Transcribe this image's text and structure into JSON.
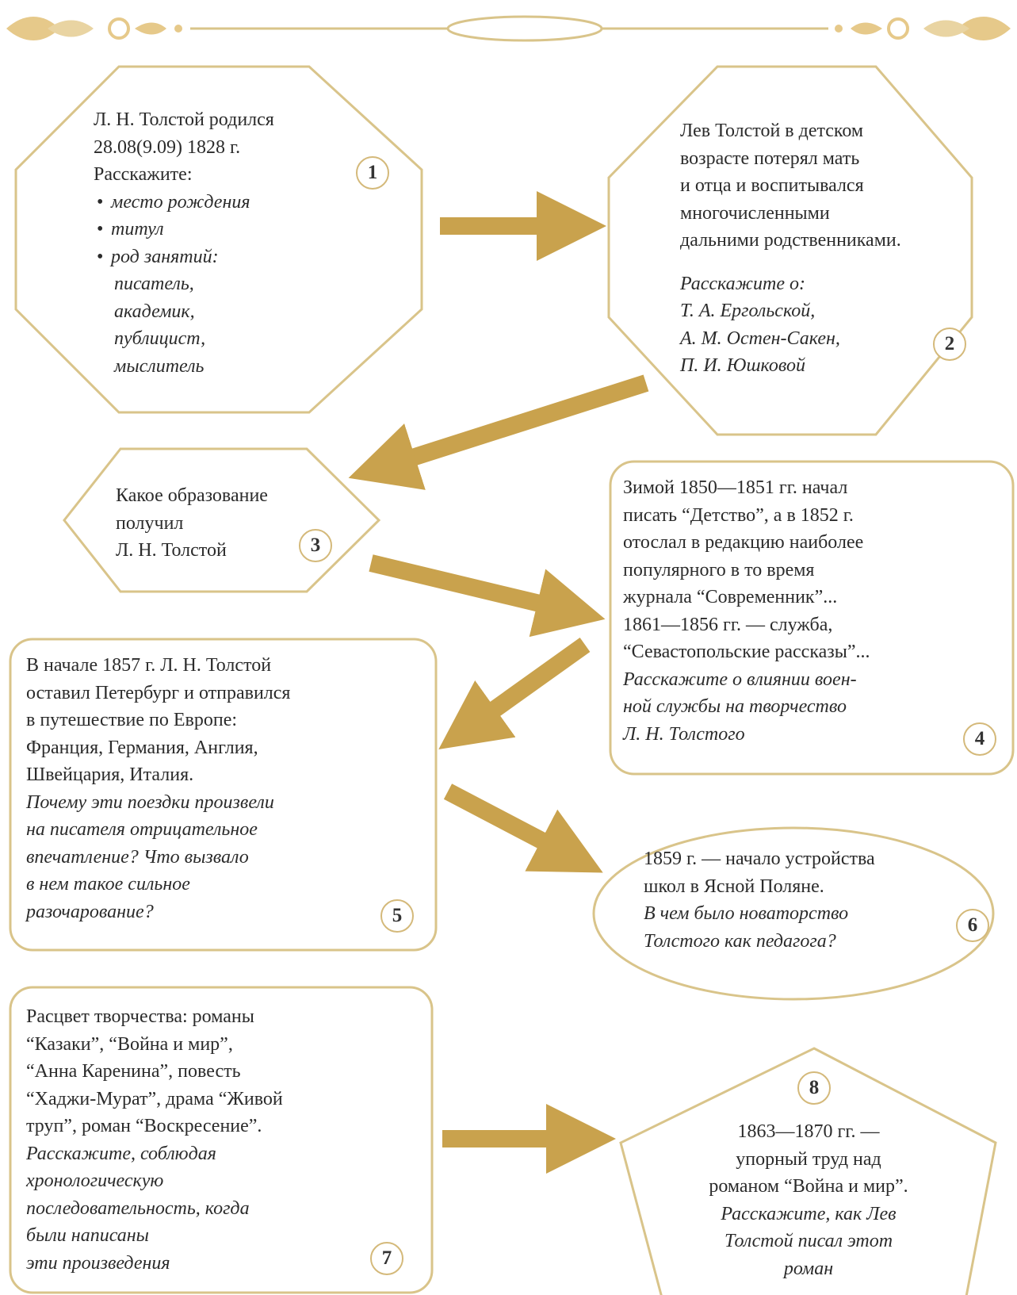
{
  "palette": {
    "gold": "#c9a24d",
    "frame": "#d9c48a",
    "badge_border": "#d4b97a",
    "text": "#2b2b2b"
  },
  "nodes": {
    "n1": {
      "badge": "1",
      "lines": [
        "Л. Н. Толстой родился",
        "28.08(9.09) 1828 г.",
        "Расскажите:"
      ],
      "bullets": [
        [
          "место рождения"
        ],
        [
          "титул"
        ],
        [
          "род занятий:",
          "писатель,",
          "академик,",
          "публицист,",
          "мыслитель"
        ]
      ]
    },
    "n2": {
      "badge": "2",
      "lines": [
        "Лев Толстой в детском",
        "возрасте потерял мать",
        "и отца и воспитывался",
        "многочисленными",
        "дальними родственниками."
      ],
      "italic_lines": [
        "Расскажите о:",
        "Т. А. Ергольской,",
        "А. М. Остен-Сакен,",
        "П. И. Юшковой"
      ]
    },
    "n3": {
      "badge": "3",
      "lines": [
        "Какое образование",
        "получил",
        "Л. Н. Толстой"
      ]
    },
    "n4": {
      "badge": "4",
      "lines": [
        "Зимой 1850—1851 гг. начал",
        "писать “Детство”, а в 1852 г.",
        "отослал в редакцию наиболее",
        "популярного в то время",
        "журнала “Современник”...",
        "1861—1856 гг. — служба,",
        "“Севастопольские рассказы”..."
      ],
      "italic_lines": [
        "Расскажите о влиянии воен-",
        "ной службы на творчество",
        "Л. Н. Толстого"
      ]
    },
    "n5": {
      "badge": "5",
      "lines": [
        "В начале 1857 г. Л. Н. Толстой",
        "оставил Петербург и отправился",
        "в путешествие по Европе:",
        "Франция, Германия, Англия,",
        "Швейцария, Италия."
      ],
      "italic_lines": [
        "Почему эти поездки произвели",
        "на писателя отрицательное",
        "впечатление? Что вызвало",
        "в нем такое сильное",
        "разочарование?"
      ]
    },
    "n6": {
      "badge": "6",
      "lines": [
        "1859 г. — начало устройства",
        "школ в Ясной Поляне."
      ],
      "italic_lines": [
        "В чем было новаторство",
        "Толстого как педагога?"
      ]
    },
    "n7": {
      "badge": "7",
      "lines": [
        "Расцвет творчества: романы",
        "“Казаки”, “Война и мир”,",
        "“Анна Каренина”, повесть",
        "“Хаджи-Мурат”, драма “Живой",
        "труп”, роман “Воскресение”."
      ],
      "italic_lines": [
        "Расскажите, соблюдая",
        "хронологическую",
        "последовательность, когда",
        "были написаны",
        "эти произведения"
      ]
    },
    "n8": {
      "badge": "8",
      "lines": [
        "1863—1870 гг. —",
        "упорный труд над",
        "романом “Война и мир”."
      ],
      "italic_lines": [
        "Расскажите, как Лев",
        "Толстой писал этот",
        "роман"
      ]
    }
  }
}
